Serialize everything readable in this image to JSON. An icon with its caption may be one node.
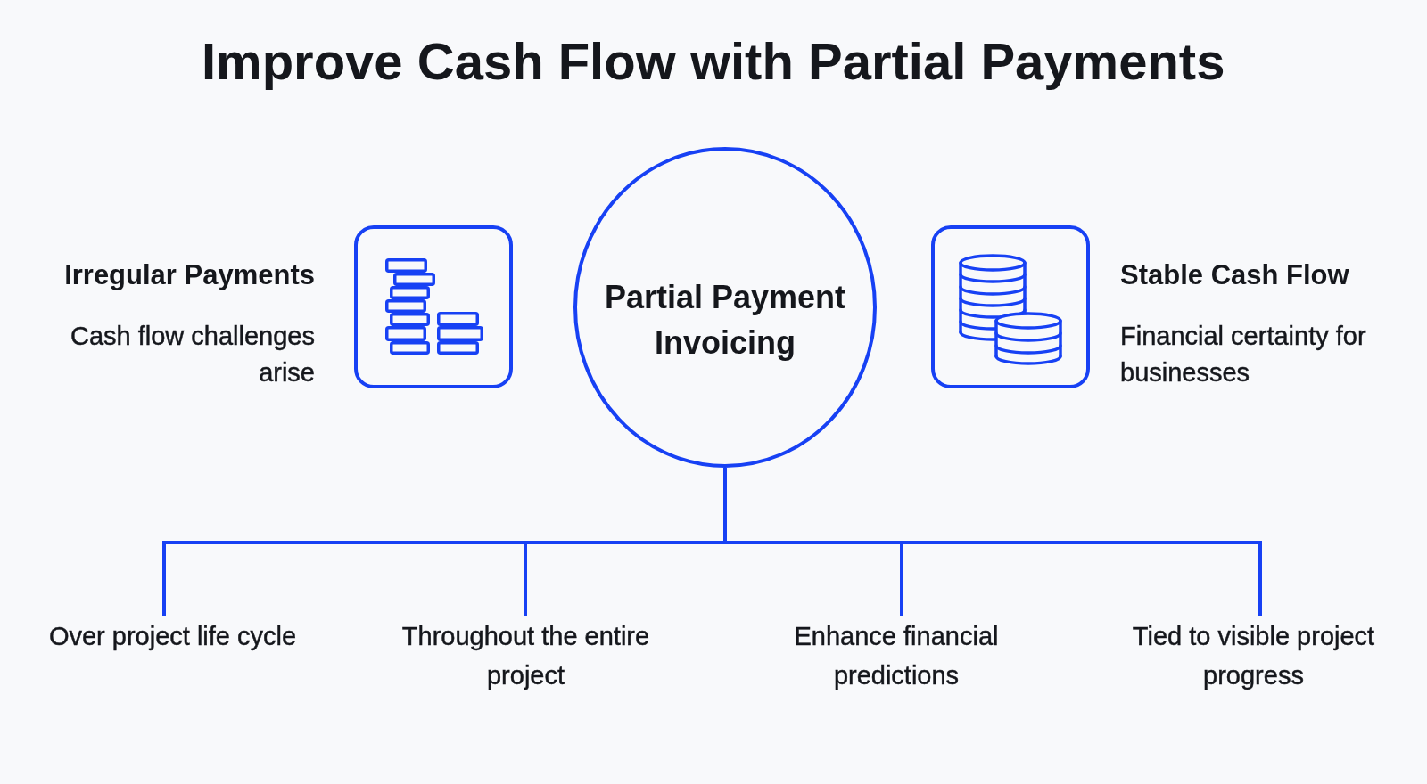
{
  "diagram": {
    "title": "Improve Cash Flow with Partial Payments",
    "nodes": [
      {
        "text": [],
        "shape": "box",
        "beside": [
          "Irregular Payments",
          "Cash flow challenges arise"
        ]
      },
      {
        "text": [
          "Partial Payment Invoicing"
        ]
      },
      {
        "text": [],
        "shape": "box",
        "beside": [
          "Stable Cash Flow",
          "Financial certainty for businesses"
        ]
      },
      {
        "text": [
          "Over project life cycle"
        ]
      },
      {
        "text": [
          "Throughout the entire project"
        ]
      },
      {
        "text": [
          "Enhance financial predictions"
        ]
      },
      {
        "text": [
          "Tied to visible project progress"
        ]
      }
    ],
    "edges": [
      {
        "from": 1,
        "to": 3,
        "arrow": "none"
      },
      {
        "from": 1,
        "to": 4,
        "arrow": "none"
      },
      {
        "from": 1,
        "to": 5,
        "arrow": "none"
      },
      {
        "from": 1,
        "to": 6,
        "arrow": "none"
      }
    ]
  }
}
